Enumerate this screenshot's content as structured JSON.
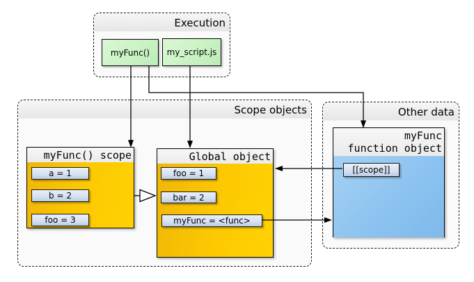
{
  "groups": {
    "execution": {
      "title": "Execution"
    },
    "scope_objects": {
      "title": "Scope objects"
    },
    "other_data": {
      "title": "Other data"
    }
  },
  "execution_items": [
    {
      "label": "myFunc()"
    },
    {
      "label": "my_script.js"
    }
  ],
  "scope_boxes": [
    {
      "title": "myFunc() scope",
      "vars": [
        "a = 1",
        "b = 2",
        "foo = 3"
      ]
    },
    {
      "title": "Global object",
      "vars": [
        "foo = 1",
        "bar = 2",
        "myFunc = <func>"
      ]
    }
  ],
  "function_object": {
    "title_line1": "myFunc",
    "title_line2": "function object",
    "slots": [
      "[[scope]]"
    ]
  },
  "colors": {
    "gold_fill": "#fdc902",
    "green_fill": "#c9f2c3",
    "blue_fill": "#8cc3f0",
    "slot_fill": "#d8e2f2",
    "group_bg": "#fafafa",
    "header_band": "#e6e6e6"
  }
}
